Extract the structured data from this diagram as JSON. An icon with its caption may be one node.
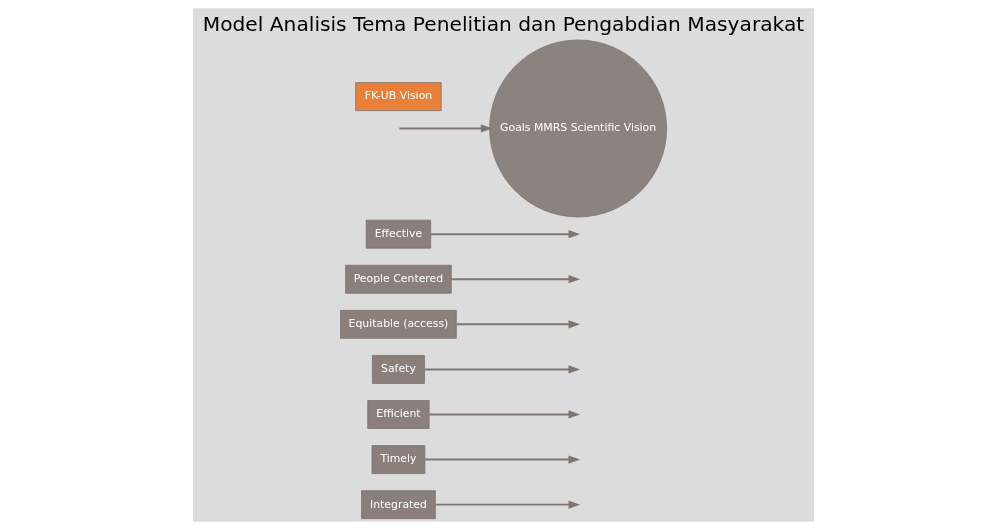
{
  "diagram": {
    "title": "Model Analisis Tema Penelitian dan Pengabdian Masyarakat",
    "nodes": [
      {
        "text": [
          "Integrated"
        ]
      },
      {
        "text": [
          "Timely"
        ]
      },
      {
        "text": [
          "Efficient"
        ]
      },
      {
        "text": [
          "Safety"
        ]
      },
      {
        "text": [
          "Equitable (access)"
        ]
      },
      {
        "text": [
          "People Centered"
        ]
      },
      {
        "text": [
          "Effective"
        ]
      },
      {
        "text": [
          "Goals MMRS Scientific Vision"
        ]
      },
      {
        "text": [
          "FK-UB Vision"
        ]
      }
    ],
    "edges": [
      {
        "from": null,
        "to": 7,
        "arrow": "to"
      },
      {
        "from": 0,
        "to": null,
        "arrow": "to"
      },
      {
        "from": 1,
        "to": null,
        "arrow": "to"
      },
      {
        "from": 2,
        "to": null,
        "arrow": "to"
      },
      {
        "from": 3,
        "to": null,
        "arrow": "to"
      },
      {
        "from": 4,
        "to": null,
        "arrow": "to"
      },
      {
        "from": 5,
        "to": null,
        "arrow": "to"
      },
      {
        "from": 6,
        "to": null,
        "arrow": "to"
      }
    ]
  }
}
